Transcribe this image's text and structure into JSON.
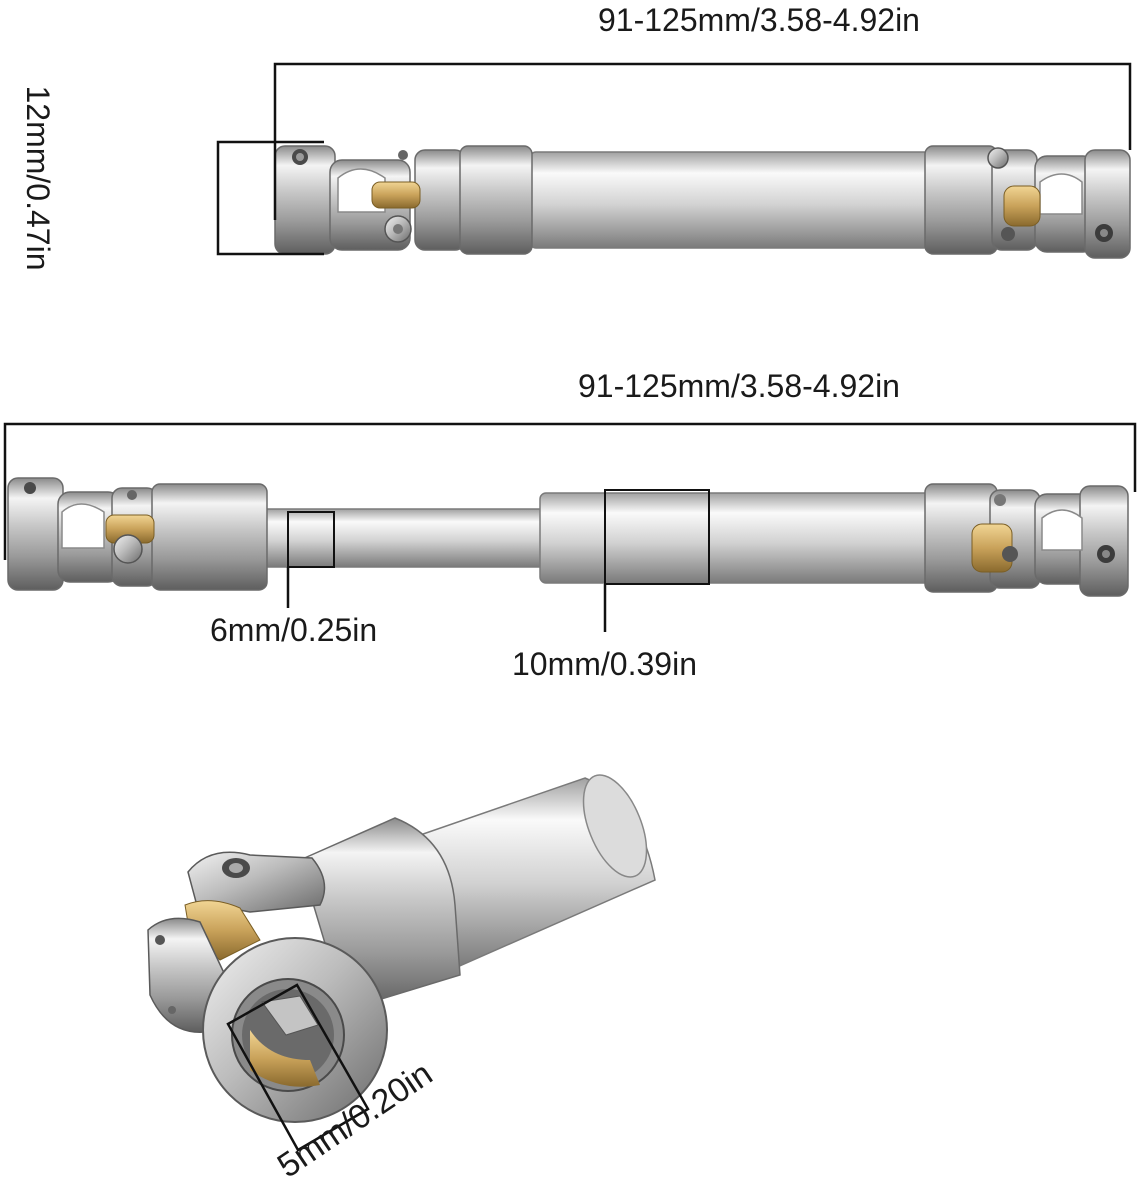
{
  "figure": {
    "top_length_label": "91-125mm/3.58-4.92in",
    "top_diameter_label": "12mm/0.47in",
    "middle_length_label": "91-125mm/3.58-4.92in",
    "thin_shaft_label": "6mm/0.25in",
    "thick_shaft_label": "10mm/0.39in",
    "bore_label": "5mm/0.20in"
  },
  "colors": {
    "steel_light": "#eeeeee",
    "steel_mid": "#b8b8b8",
    "steel_dark": "#6e6e6e",
    "brass": "#c9a25a",
    "line": "#111111"
  }
}
